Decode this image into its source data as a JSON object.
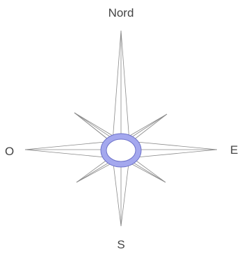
{
  "directions": {
    "north": "Nord",
    "south": "S",
    "east": "E",
    "west": "O"
  },
  "colors": {
    "stroke": "#8a8a8a",
    "ring_fill": "#a4a8ee",
    "ring_stroke": "#6d72c9",
    "label": "#444444"
  }
}
